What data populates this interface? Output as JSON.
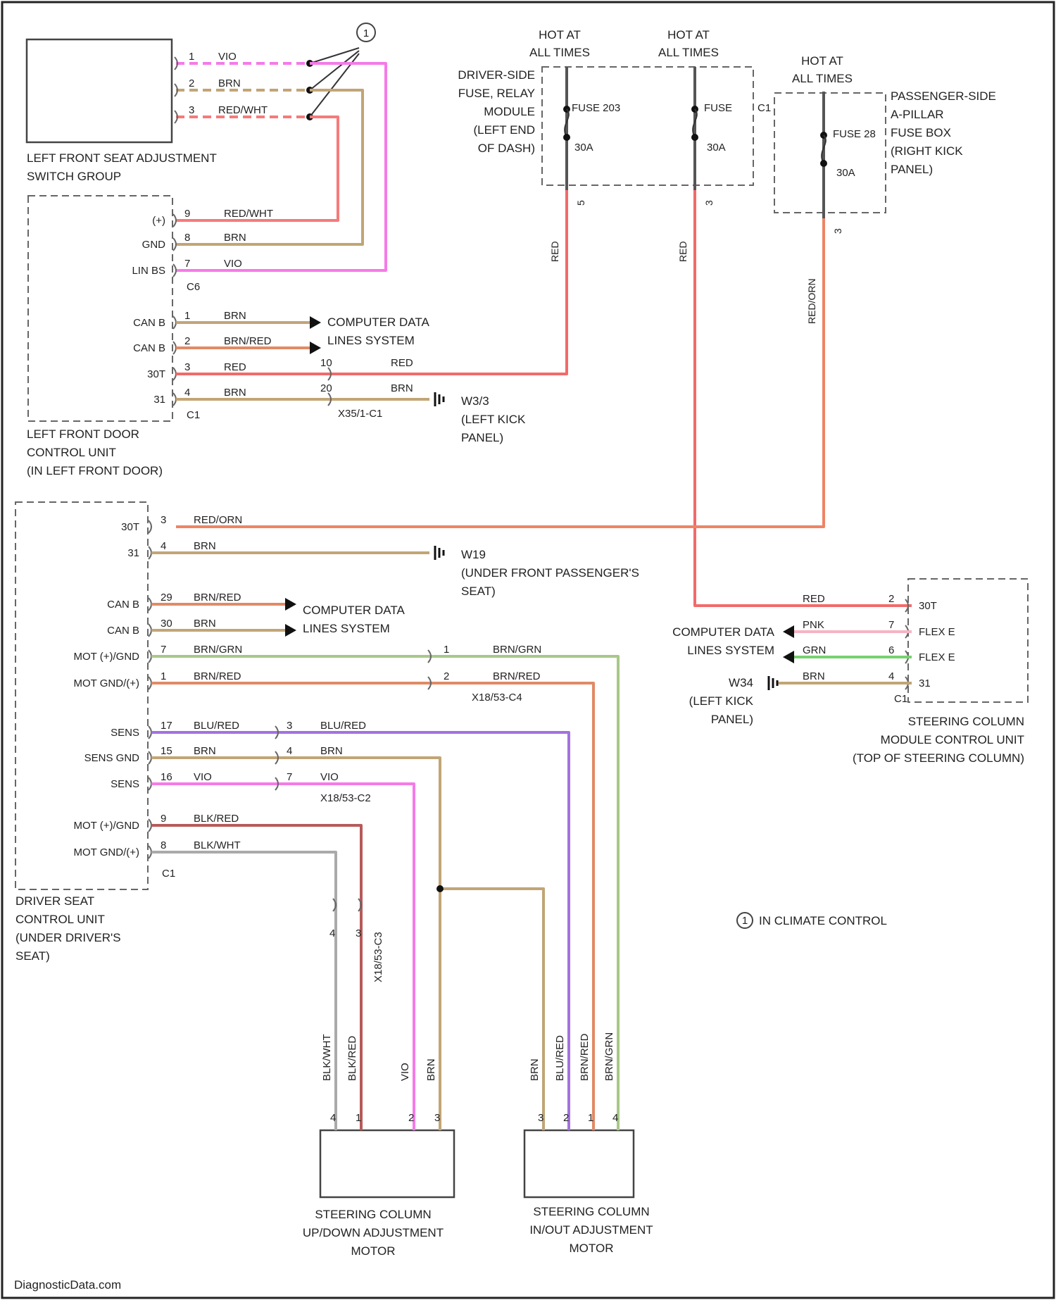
{
  "footer": "DiagnosticData.com",
  "note": {
    "marker": "1",
    "text": "IN CLIMATE CONTROL"
  },
  "components": {
    "seat_switch": [
      "LEFT FRONT SEAT ADJUSTMENT",
      "SWITCH GROUP"
    ],
    "door_unit": [
      "LEFT FRONT DOOR",
      "CONTROL UNIT",
      "(IN LEFT FRONT DOOR)"
    ],
    "seat_unit": [
      "DRIVER SEAT",
      "CONTROL UNIT",
      "(UNDER DRIVER'S",
      "SEAT)"
    ],
    "column_module": [
      "STEERING COLUMN",
      "MODULE CONTROL UNIT",
      "(TOP OF STEERING COLUMN)"
    ],
    "updown_motor": [
      "STEERING COLUMN",
      "UP/DOWN ADJUSTMENT",
      "MOTOR"
    ],
    "inout_motor": [
      "STEERING COLUMN",
      "IN/OUT ADJUSTMENT",
      "MOTOR"
    ],
    "fuse_driver": [
      "DRIVER-SIDE",
      "FUSE, RELAY",
      "MODULE",
      "(LEFT END",
      "OF DASH)"
    ],
    "fuse_passenger": [
      "PASSENGER-SIDE",
      "A-PILLAR",
      "FUSE BOX",
      "(RIGHT KICK",
      "PANEL)"
    ]
  },
  "power": {
    "hot": [
      "HOT AT",
      "ALL TIMES"
    ],
    "fuse1": {
      "name": "FUSE 203",
      "amp": "30A",
      "pin": "5"
    },
    "fuse2": {
      "name": "FUSE",
      "amp": "30A",
      "pin": "3"
    },
    "fuse3": {
      "name": "FUSE 28",
      "amp": "30A",
      "pin": "3"
    },
    "fuse_connector": "C1",
    "wire1": "RED",
    "wire2": "RED",
    "wire3": "RED/ORN"
  },
  "switch_pins": [
    {
      "pin": "1",
      "color": "VIO"
    },
    {
      "pin": "2",
      "color": "BRN"
    },
    {
      "pin": "3",
      "color": "RED/WHT"
    }
  ],
  "c6_pins": [
    {
      "label": "(+)",
      "pin": "9",
      "color": "RED/WHT"
    },
    {
      "label": "GND",
      "pin": "8",
      "color": "BRN"
    },
    {
      "label": "LIN BS",
      "pin": "7",
      "color": "VIO"
    }
  ],
  "c6_name": "C6",
  "door_c1_pins": [
    {
      "label": "CAN B",
      "pin": "1",
      "color": "BRN"
    },
    {
      "label": "CAN B",
      "pin": "2",
      "color": "BRN/RED"
    },
    {
      "label": "30T",
      "pin": "3",
      "color": "RED"
    },
    {
      "label": "31",
      "pin": "4",
      "color": "BRN"
    }
  ],
  "door_c1_name": "C1",
  "door_splice": {
    "pin_a": "10",
    "pin_b": "20",
    "color_a": "RED",
    "color_b": "BRN",
    "name": "X35/1-C1"
  },
  "computer_data": [
    "COMPUTER DATA",
    "LINES SYSTEM"
  ],
  "grounds": {
    "g1": [
      "W3/3",
      "(LEFT KICK",
      "PANEL)"
    ],
    "g2": [
      "W19",
      "(UNDER FRONT PASSENGER'S",
      "SEAT)"
    ],
    "g3": [
      "W34",
      "(LEFT KICK",
      "PANEL)"
    ]
  },
  "seat_pins": [
    {
      "label": "30T",
      "pin": "3",
      "color": "RED/ORN"
    },
    {
      "label": "31",
      "pin": "4",
      "color": "BRN"
    },
    {
      "label": "CAN B",
      "pin": "29",
      "color": "BRN/RED"
    },
    {
      "label": "CAN B",
      "pin": "30",
      "color": "BRN"
    },
    {
      "label": "MOT (+)/GND",
      "pin": "7",
      "color": "BRN/GRN"
    },
    {
      "label": "MOT GND/(+)",
      "pin": "1",
      "color": "BRN/RED"
    },
    {
      "label": "SENS",
      "pin": "17",
      "color": "BLU/RED"
    },
    {
      "label": "SENS GND",
      "pin": "15",
      "color": "BRN"
    },
    {
      "label": "SENS",
      "pin": "16",
      "color": "VIO"
    },
    {
      "label": "MOT (+)/GND",
      "pin": "9",
      "color": "BLK/RED"
    },
    {
      "label": "MOT GND/(+)",
      "pin": "8",
      "color": "BLK/WHT"
    }
  ],
  "seat_c1": "C1",
  "conn_c4": {
    "pins": [
      "1",
      "2"
    ],
    "colors": [
      "BRN/GRN",
      "BRN/RED"
    ],
    "name": "X18/53-C4"
  },
  "conn_c2": {
    "pins": [
      "3",
      "4",
      "7"
    ],
    "colors": [
      "BLU/RED",
      "BRN",
      "VIO"
    ],
    "name": "X18/53-C2"
  },
  "conn_c3": {
    "pins": [
      "4",
      "3"
    ],
    "name": "X18/53-C3"
  },
  "column_pins": [
    {
      "wire": "RED",
      "pin": "2",
      "label": "30T"
    },
    {
      "wire": "PNK",
      "pin": "7",
      "label": "FLEX E"
    },
    {
      "wire": "GRN",
      "pin": "6",
      "label": "FLEX E"
    },
    {
      "wire": "BRN",
      "pin": "4",
      "label": "31"
    }
  ],
  "column_c1": "C1",
  "updown_wires": [
    "BLK/WHT",
    "BLK/RED",
    "VIO",
    "BRN"
  ],
  "updown_pins": [
    "4",
    "1",
    "2",
    "3"
  ],
  "inout_wires": [
    "BRN",
    "BLU/RED",
    "BRN/RED",
    "BRN/GRN"
  ],
  "inout_pins": [
    "3",
    "2",
    "1",
    "4"
  ],
  "colors": {
    "RED": "#f26a6a",
    "RED/WHT": "#f57a7a",
    "RED/ORN": "#ee8466",
    "BRN": "#c2a576",
    "BRN/RED": "#e08a66",
    "BRN/GRN": "#a8c888",
    "VIO": "#f57ae8",
    "BLU/RED": "#a272e0",
    "BLK/RED": "#b85a5a",
    "BLK/WHT": "#aaaaaa",
    "PNK": "#f5b4c4",
    "GRN": "#78d070"
  }
}
